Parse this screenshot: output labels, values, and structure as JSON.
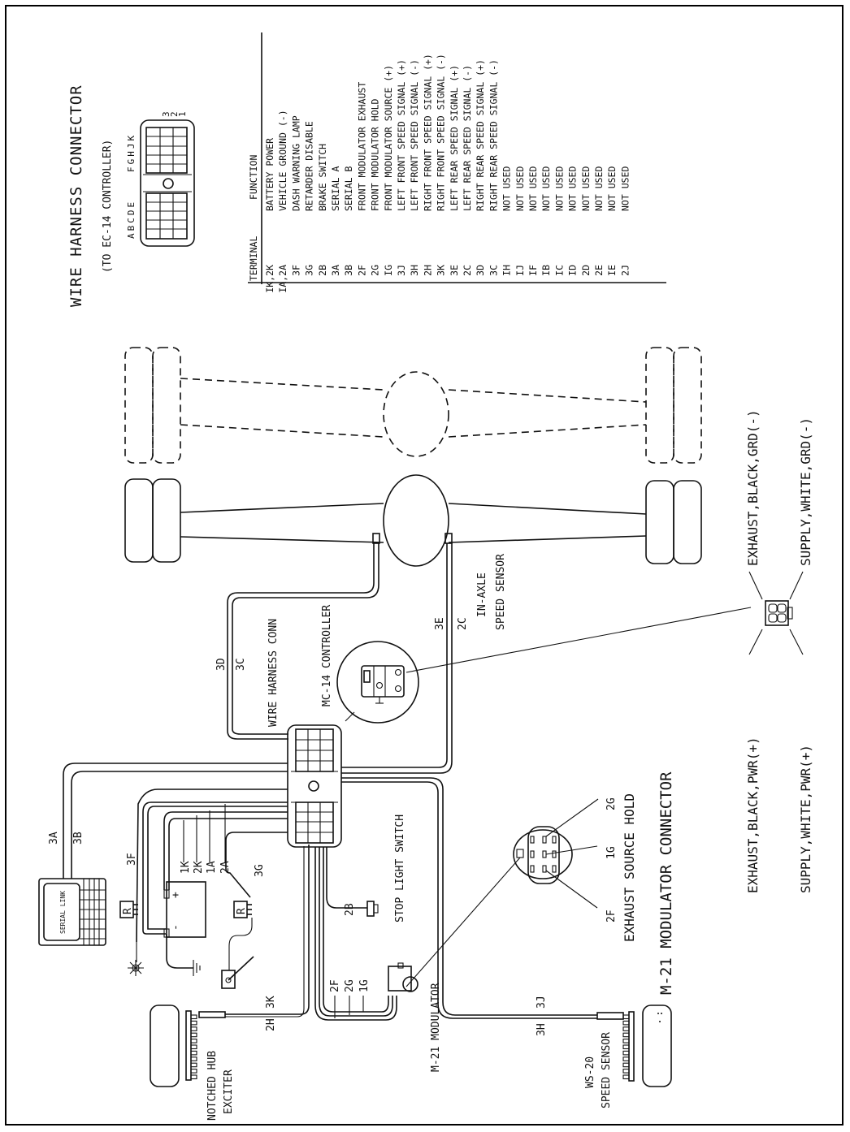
{
  "title": "WIRE HARNESS CONNECTOR",
  "subtitle": "(TO EC-14 CONTROLLER)",
  "connector_pins": {
    "letters_left": "ABCDE",
    "letters_right": "FGHJK",
    "rows": [
      "3",
      "2",
      "1"
    ]
  },
  "table": {
    "header_terminal": "TERMINAL",
    "header_function": "FUNCTION",
    "rows": [
      {
        "terminal": "1K,2K",
        "function": "BATTERY POWER"
      },
      {
        "terminal": "1A,2A",
        "function": "VEHICLE GROUND (-)"
      },
      {
        "terminal": "3F",
        "function": "DASH WARNING LAMP"
      },
      {
        "terminal": "3G",
        "function": "RETARDER DISABLE"
      },
      {
        "terminal": "2B",
        "function": "BRAKE SWITCH"
      },
      {
        "terminal": "3A",
        "function": "SERIAL A"
      },
      {
        "terminal": "3B",
        "function": "SERIAL B"
      },
      {
        "terminal": "2F",
        "function": "FRONT MODULATOR EXHAUST"
      },
      {
        "terminal": "2G",
        "function": "FRONT MODULATOR HOLD"
      },
      {
        "terminal": "1G",
        "function": "FRONT MODULATOR SOURCE (+)"
      },
      {
        "terminal": "3J",
        "function": "LEFT FRONT SPEED SIGNAL (+)"
      },
      {
        "terminal": "3H",
        "function": "LEFT FRONT SPEED SIGNAL (-)"
      },
      {
        "terminal": "2H",
        "function": "RIGHT FRONT SPEED SIGNAL (+)"
      },
      {
        "terminal": "3K",
        "function": "RIGHT FRONT SPEED SIGNAL (-)"
      },
      {
        "terminal": "3E",
        "function": "LEFT REAR SPEED SIGNAL (+)"
      },
      {
        "terminal": "2C",
        "function": "LEFT REAR SPEED SIGNAL (-)"
      },
      {
        "terminal": "3D",
        "function": "RIGHT REAR SPEED SIGNAL (+)"
      },
      {
        "terminal": "3C",
        "function": "RIGHT REAR SPEED SIGNAL (-)"
      },
      {
        "terminal": "1H",
        "function": "NOT USED"
      },
      {
        "terminal": "1J",
        "function": "NOT USED"
      },
      {
        "terminal": "1F",
        "function": "NOT USED"
      },
      {
        "terminal": "1B",
        "function": "NOT USED"
      },
      {
        "terminal": "1C",
        "function": "NOT USED"
      },
      {
        "terminal": "1D",
        "function": "NOT USED"
      },
      {
        "terminal": "2D",
        "function": "NOT USED"
      },
      {
        "terminal": "2E",
        "function": "NOT USED"
      },
      {
        "terminal": "1E",
        "function": "NOT USED"
      },
      {
        "terminal": "2J",
        "function": "NOT USED"
      }
    ]
  },
  "labels": {
    "wire_harness_conn": "WIRE HARNESS CONN",
    "mc14_controller": "MC-14 CONTROLLER",
    "in_axle_1": "IN-AXLE",
    "in_axle_2": "SPEED SENSOR",
    "stop_light_switch": "STOP LIGHT SWITCH",
    "serial_link": "SERIAL LINK",
    "relay": "R",
    "notched_hub_1": "NOTCHED HUB",
    "notched_hub_2": "EXCITER",
    "m21_modulator": "M-21 MODULATOR",
    "ws20_1": "WS-20",
    "ws20_2": "SPEED SENSOR",
    "exhaust_source_hold": "EXHAUST SOURCE HOLD",
    "m21_connector": "M-21 MODULATOR CONNECTOR",
    "mod_pin_2g": "2G",
    "mod_pin_1g": "1G",
    "mod_pin_2f": "2F",
    "exhaust_black_grd": "EXHAUST,BLACK,GRD(-)",
    "supply_white_grd": "SUPPLY,WHITE,GRD(-)",
    "exhaust_black_pwr": "EXHAUST,BLACK,PWR(+)",
    "supply_white_pwr": "SUPPLY,WHITE,PWR(+)",
    "battery_plus": "+",
    "battery_minus": "-"
  },
  "wires": {
    "w3D": "3D",
    "w3C": "3C",
    "w3E": "3E",
    "w2C": "2C",
    "w3A": "3A",
    "w3B": "3B",
    "w3F": "3F",
    "w3G": "3G",
    "w1K": "1K",
    "w2K": "2K",
    "w1A": "1A",
    "w2A": "2A",
    "w2B": "2B",
    "w2F": "2F",
    "w2G": "2G",
    "w1G": "1G",
    "w3K": "3K",
    "w2H": "2H",
    "w3J": "3J",
    "w3H": "3H"
  }
}
